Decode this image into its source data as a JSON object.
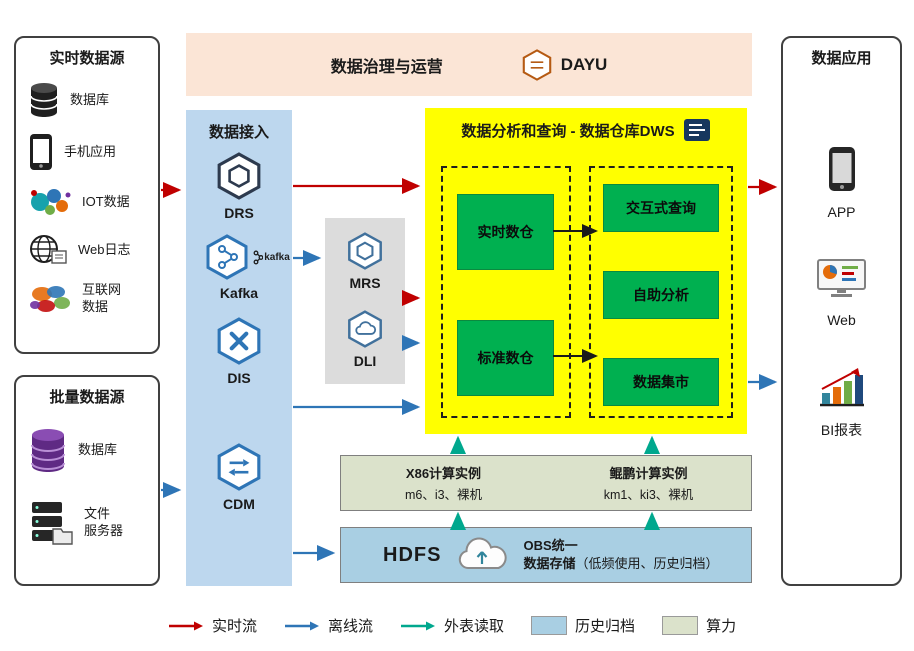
{
  "colors": {
    "realtime_flow": "#c00000",
    "offline_flow": "#2e75b6",
    "external_read": "#00a88e",
    "history_archive": "#a9cfe3",
    "compute_power": "#dbe2cb",
    "dws_panel": "#ffff00",
    "green_module": "#00b050",
    "ingestion_panel": "#bdd7ee",
    "governance_banner": "#fbe5d6",
    "processing_box": "#dcdcdc"
  },
  "realtime_sources": {
    "title": "实时数据源",
    "items": [
      {
        "label": "数据库",
        "icon": "database-icon"
      },
      {
        "label": "手机应用",
        "icon": "phone-icon"
      },
      {
        "label": "IOT数据",
        "icon": "iot-icon"
      },
      {
        "label": "Web日志",
        "icon": "web-globe-icon"
      },
      {
        "label": "互联网\n数据",
        "icon": "internet-cloud-icon"
      }
    ]
  },
  "batch_sources": {
    "title": "批量数据源",
    "items": [
      {
        "label": "数据库",
        "icon": "purple-database-icon"
      },
      {
        "label": "文件\n服务器",
        "icon": "file-server-icon"
      }
    ]
  },
  "governance": {
    "title": "数据治理与运营",
    "product": "DAYU"
  },
  "ingestion": {
    "title": "数据接入",
    "services": [
      {
        "name": "DRS"
      },
      {
        "name": "Kafka",
        "wordmark": "kafka"
      },
      {
        "name": "DIS"
      },
      {
        "name": "CDM"
      }
    ]
  },
  "processing": {
    "services": [
      {
        "name": "MRS"
      },
      {
        "name": "DLI"
      }
    ]
  },
  "dws": {
    "title": "数据分析和查询 - 数据仓库DWS",
    "warehouses": [
      {
        "label": "实时数仓"
      },
      {
        "label": "标准数仓"
      }
    ],
    "services": [
      {
        "label": "交互式查询"
      },
      {
        "label": "自助分析"
      },
      {
        "label": "数据集市"
      }
    ]
  },
  "compute": {
    "x86": {
      "title": "X86计算实例",
      "models": "m6、i3、裸机"
    },
    "kunpeng": {
      "title": "鲲鹏计算实例",
      "models": "km1、ki3、裸机"
    }
  },
  "storage": {
    "hdfs": "HDFS",
    "obs_line1": "OBS统一",
    "obs_line2": "数据存储",
    "obs_note": "（低频使用、历史归档）"
  },
  "applications": {
    "title": "数据应用",
    "items": [
      {
        "label": "APP",
        "icon": "app-phone-icon"
      },
      {
        "label": "Web",
        "icon": "web-monitor-icon"
      },
      {
        "label": "BI报表",
        "icon": "bi-chart-icon"
      }
    ]
  },
  "legend": {
    "items": [
      {
        "label": "实时流",
        "type": "arrow",
        "color": "#c00000"
      },
      {
        "label": "离线流",
        "type": "arrow",
        "color": "#2e75b6"
      },
      {
        "label": "外表读取",
        "type": "arrow",
        "color": "#00a88e"
      },
      {
        "label": "历史归档",
        "type": "swatch",
        "color": "#a9cfe3"
      },
      {
        "label": "算力",
        "type": "swatch",
        "color": "#dbe2cb"
      }
    ]
  }
}
